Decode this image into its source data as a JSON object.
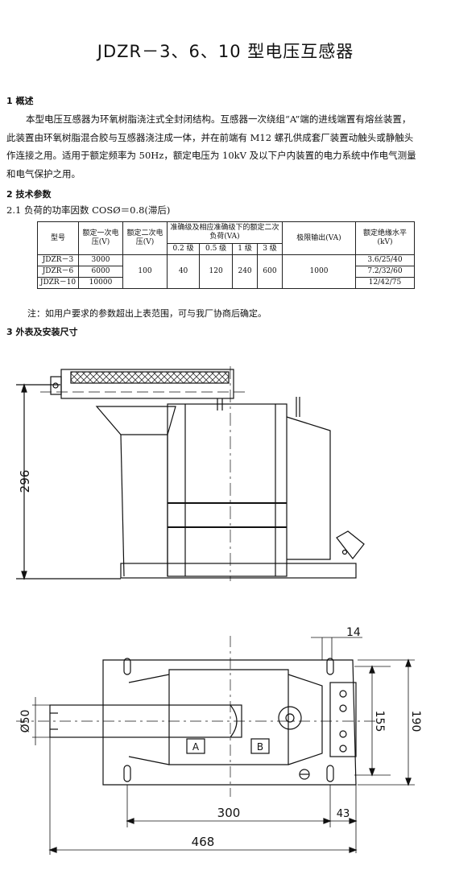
{
  "title": "JDZR－3、6、10 型电压互感器",
  "section1": {
    "heading": "1  概述",
    "lines": [
      "本型电压互感器为环氧树脂浇注式全封闭结构。互感器一次绕组“A”端的进线端置有熔丝装置，",
      "此装置由环氧树脂混合胶与互感器浇注成一体，并在前端有 M12 螺孔供成套厂装置动触头或静触头",
      "作连接之用。适用于额定频率为 50Hz，额定电压为 10kV 及以下户内装置的电力系统中作电气测量",
      "和电气保护之用。"
    ]
  },
  "section2": {
    "heading": "2  技术参数",
    "sub": "2.1  负荷的功率因数 COSØ＝0.8(滞后)"
  },
  "table": {
    "h_model": "型号",
    "h_primary": "额定一次电压(V)",
    "h_secondary": "额定二次电压(V)",
    "h_accuracy": "准确级及相应准确级下的额定二次负荷(VA)",
    "classes": [
      "0.2 级",
      "0.5 级",
      "1 级",
      "3 级"
    ],
    "h_limit": "极限输出(VA)",
    "h_insulation": "额定绝缘水平(kV)",
    "rows": [
      {
        "model": "JDZR－3",
        "primary": "3000",
        "insulation": "3.6/25/40"
      },
      {
        "model": "JDZR－6",
        "primary": "6000",
        "insulation": "7.2/32/60"
      },
      {
        "model": "JDZR－10",
        "primary": "10000",
        "insulation": "12/42/75"
      }
    ],
    "secondary": "100",
    "loads": [
      "40",
      "120",
      "240",
      "600"
    ],
    "limit": "1000"
  },
  "note": "注：如用户要求的参数超出上表范围，可与我厂协商后确定。",
  "section3": {
    "heading": "3  外表及安装尺寸"
  },
  "drawing": {
    "dim_height": "296",
    "dim_14": "14",
    "dim_phi": "Ø50",
    "dim_155": "155",
    "dim_190": "190",
    "dim_300": "300",
    "dim_43": "43",
    "dim_468": "468",
    "terminal_a": "A",
    "terminal_b": "B"
  }
}
